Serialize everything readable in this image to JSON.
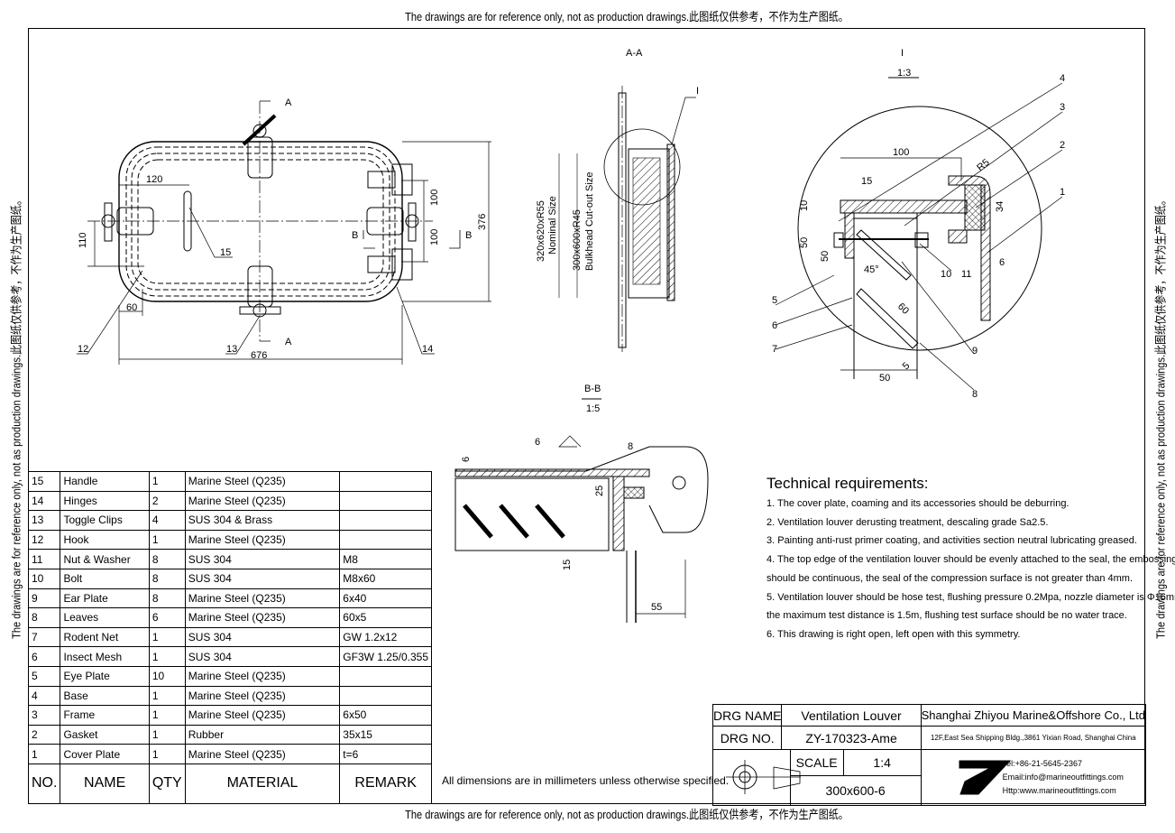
{
  "disclaimer": "The drawings are for reference only, not as production drawings.此图纸仅供参考，不作为生产图纸。",
  "dimensions_note": "All dimensions are in millimeters unless otherwise specified.",
  "parts_table": {
    "headers": [
      "NO.",
      "NAME",
      "QTY",
      "MATERIAL",
      "REMARK"
    ],
    "rows": [
      [
        "15",
        "Handle",
        "1",
        "Marine Steel (Q235)",
        ""
      ],
      [
        "14",
        "Hinges",
        "2",
        "Marine Steel (Q235)",
        ""
      ],
      [
        "13",
        "Toggle Clips",
        "4",
        "SUS 304 & Brass",
        ""
      ],
      [
        "12",
        "Hook",
        "1",
        "Marine Steel (Q235)",
        ""
      ],
      [
        "11",
        "Nut & Washer",
        "8",
        "SUS 304",
        "M8"
      ],
      [
        "10",
        "Bolt",
        "8",
        "SUS 304",
        "M8x60"
      ],
      [
        "9",
        "Ear Plate",
        "8",
        "Marine Steel (Q235)",
        "6x40"
      ],
      [
        "8",
        "Leaves",
        "6",
        "Marine Steel (Q235)",
        "60x5"
      ],
      [
        "7",
        "Rodent Net",
        "1",
        "SUS 304",
        "GW 1.2x12"
      ],
      [
        "6",
        "Insect Mesh",
        "1",
        "SUS 304",
        "GF3W 1.25/0.355"
      ],
      [
        "5",
        "Eye Plate",
        "10",
        "Marine Steel (Q235)",
        ""
      ],
      [
        "4",
        "Base",
        "1",
        "Marine Steel (Q235)",
        ""
      ],
      [
        "3",
        "Frame",
        "1",
        "Marine Steel (Q235)",
        "6x50"
      ],
      [
        "2",
        "Gasket",
        "1",
        "Rubber",
        "35x15"
      ],
      [
        "1",
        "Cover Plate",
        "1",
        "Marine Steel (Q235)",
        "t=6"
      ]
    ]
  },
  "title_block": {
    "drg_name_label": "DRG NAME",
    "drg_name": "Ventilation Louver",
    "drg_no_label": "DRG NO.",
    "drg_no": "ZY-170323-Ame",
    "scale_label": "SCALE",
    "scale": "1:4",
    "size": "300x600-6",
    "company": "Shanghai Zhiyou Marine&Offshore Co., Ltd",
    "address": "12F,East Sea Shipping Bldg.,3861 Yixian Road, Shanghai China",
    "tel": "Tel:+86-21-5645-2367",
    "email": "Email:info@marineoutfittings.com",
    "web": "Http:www.marineoutfittings.com"
  },
  "technical_requirements": {
    "title": "Technical requirements:",
    "items": [
      "1. The cover plate, coaming and its accessories should be deburring.",
      "2. Ventilation louver derusting treatment, descaling grade Sa2.5.",
      "3. Painting anti-rust primer coating, and activities section neutral lubricating greased.",
      "4. The top edge of the ventilation louver should be evenly attached to the seal, the embossing",
      "should be continuous, the seal of the compression surface is not greater than 4mm.",
      "5. Ventilation louver should be hose test, flushing pressure 0.2Mpa, nozzle diameter is Φ16mm,",
      "the maximum test distance is 1.5m, flushing test surface should be no water trace.",
      "6. This drawing is right open, left open with this symmetry."
    ]
  },
  "views": {
    "main": {
      "section_a": "A",
      "section_b": "B",
      "dims": [
        "120",
        "110",
        "60",
        "676",
        "100",
        "100",
        "376"
      ],
      "balloons": [
        "15",
        "12",
        "13",
        "14"
      ]
    },
    "section_aa": {
      "title": "A-A",
      "nominal": "320x620xR55",
      "nominal_label": "Nominal Size",
      "cutout": "300x600xR45",
      "cutout_label": "Bulkhead Cut-out Size",
      "detail_ref": "I"
    },
    "detail_i": {
      "title": "I",
      "scale": "1:3",
      "dims": [
        "100",
        "15",
        "10",
        "50",
        "50",
        "45°",
        "60",
        "50",
        "34",
        "6",
        "R5",
        "5"
      ],
      "balloons": [
        "4",
        "3",
        "2",
        "1",
        "5",
        "6",
        "7",
        "8",
        "9",
        "10",
        "11"
      ]
    },
    "section_bb": {
      "title": "B-B",
      "scale": "1:5",
      "dims": [
        "6",
        "6",
        "8",
        "25",
        "15",
        "55"
      ]
    }
  }
}
